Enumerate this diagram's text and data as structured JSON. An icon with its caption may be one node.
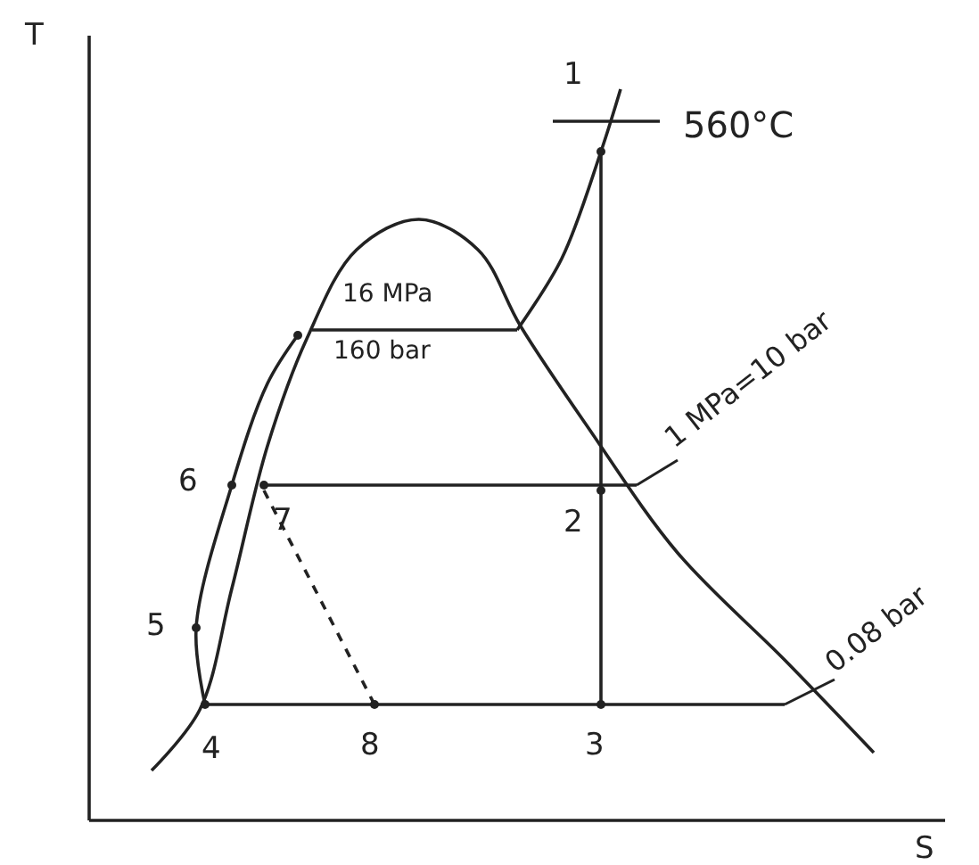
{
  "diagram": {
    "nodes": [
      {
        "text": [
          "1 MPa=10 bar"
        ]
      },
      {
        "text": [
          "0.08 bar"
        ]
      }
    ],
    "edges": [
      {
        "from": 0,
        "to": null,
        "arrow": "none"
      },
      {
        "from": 1,
        "to": null,
        "arrow": "none"
      }
    ],
    "labels": [
      "T",
      "1",
      "560°C",
      "16 MPa",
      "160 bar",
      "6",
      "7",
      "2",
      "5",
      "4",
      "8",
      "3",
      "S"
    ]
  }
}
